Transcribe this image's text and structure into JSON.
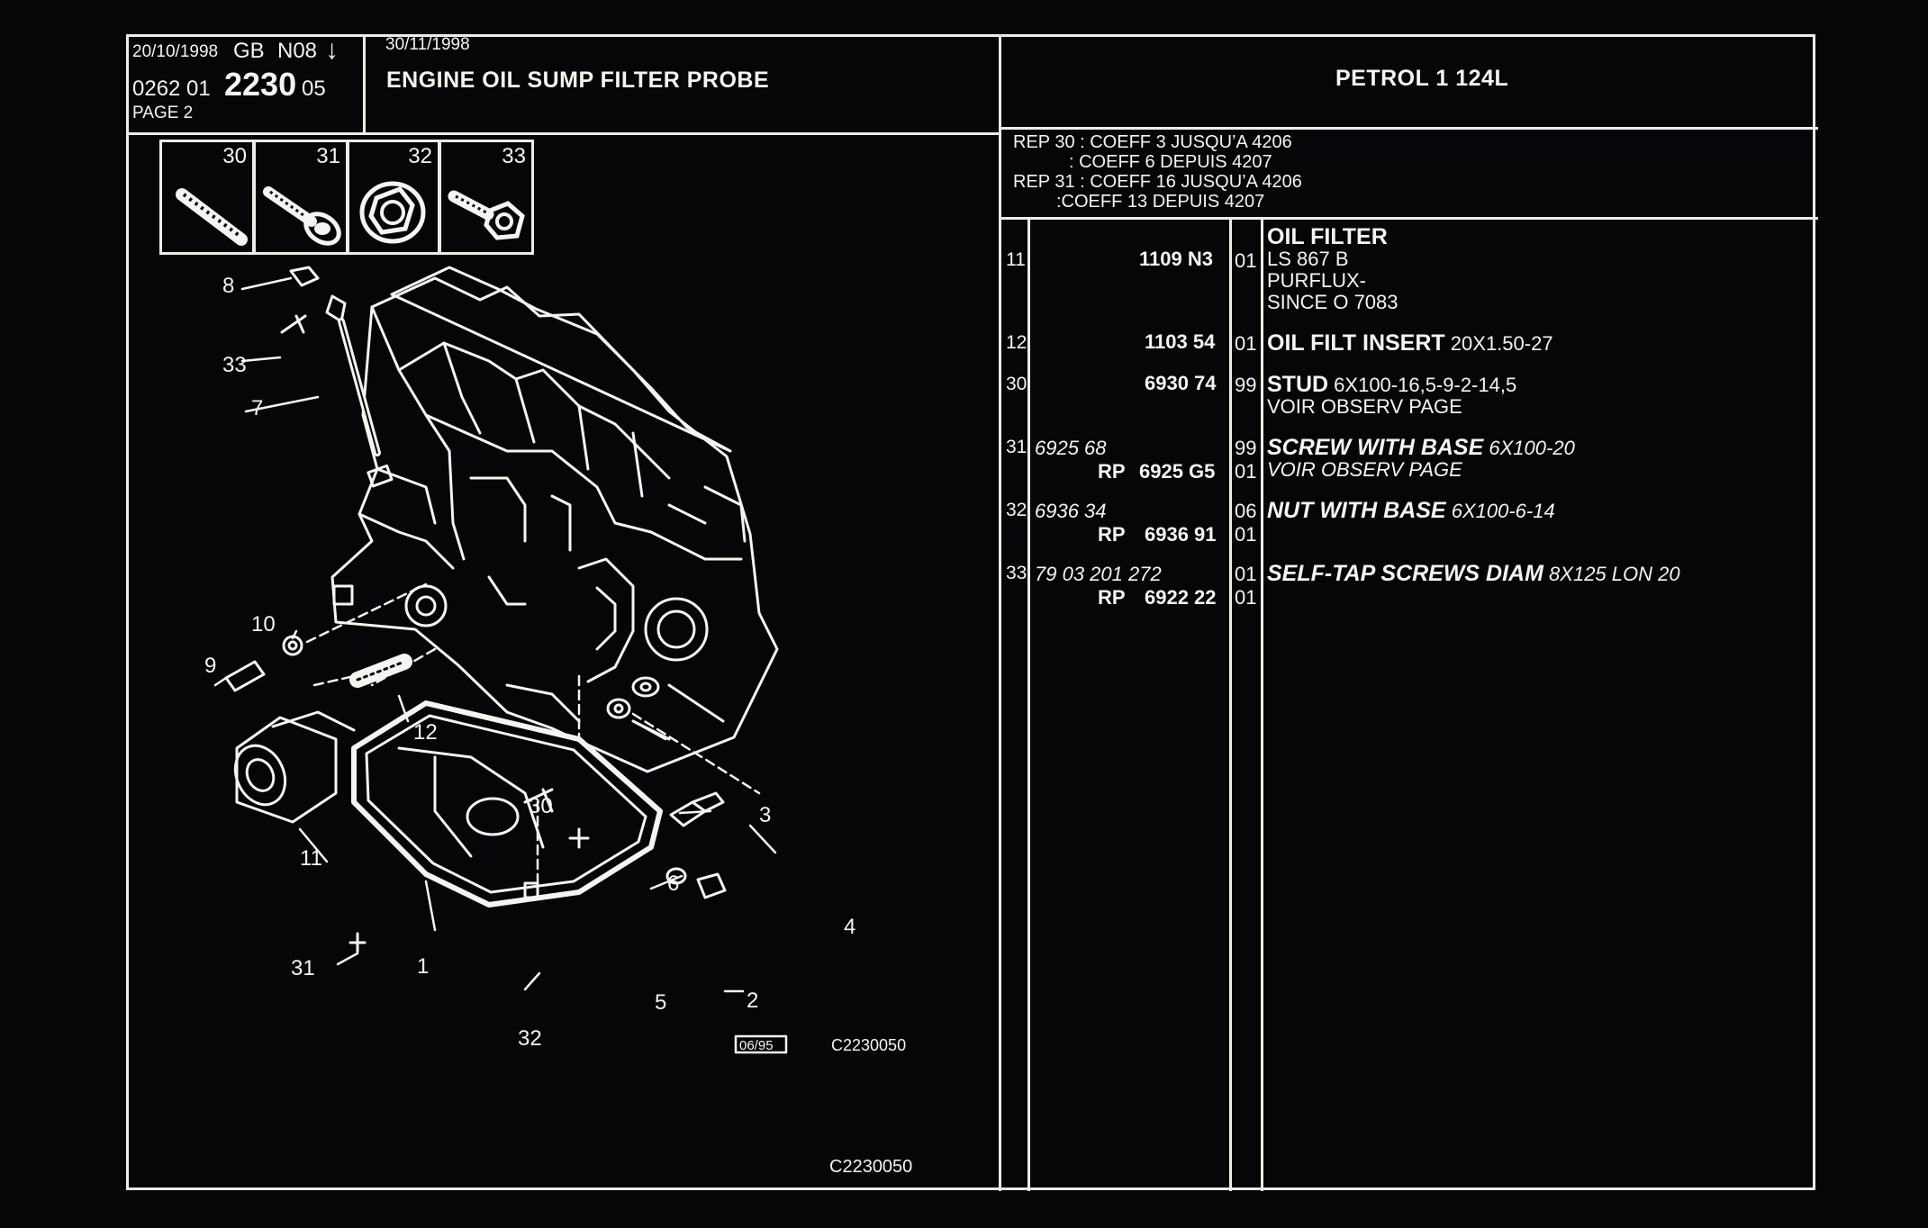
{
  "header": {
    "date_left": "20/10/1998",
    "lang_code": "GB",
    "model_code": "N08",
    "arrow": "↓",
    "ref_prefix": "0262 01",
    "ref_main": "2230",
    "ref_suffix": "05",
    "page_label": "PAGE 2",
    "date_right": "30/11/1998",
    "title": "ENGINE OIL SUMP FILTER PROBE",
    "engine": "PETROL 1 124L"
  },
  "remarks": [
    "REP 30 : COEFF 3  JUSQU’A 4206",
    ": COEFF 6   DEPUIS 4207",
    "REP 31 : COEFF 16 JUSQU’A 4206",
    ":COEFF  13  DEPUIS 4207"
  ],
  "thumbnails": [
    "30",
    "31",
    "32",
    "33"
  ],
  "diagram": {
    "callouts": [
      "8",
      "33",
      "7",
      "9",
      "10",
      "12",
      "11",
      "30",
      "3",
      "6",
      "4",
      "31",
      "1",
      "5",
      "2",
      "32"
    ],
    "ref_code": "C2230050",
    "stamp": "06/95",
    "footer_code": "C2230050"
  },
  "parts": [
    {
      "rep": "11",
      "ref_italic": "",
      "ref_bold_prefix": "",
      "ref_bold": "1109 N3",
      "qty_lines": [
        "01"
      ],
      "desc_lines": [
        {
          "bold": "OIL FILTER",
          "rest": "",
          "italic": false
        },
        {
          "bold": "",
          "rest": "LS 867 B",
          "italic": false
        },
        {
          "bold": "",
          "rest": "PURFLUX-",
          "italic": false
        },
        {
          "bold": "",
          "rest": "SINCE  O  7083",
          "italic": false
        }
      ]
    },
    {
      "rep": "12",
      "ref_italic": "",
      "ref_bold_prefix": "",
      "ref_bold": "1103 54",
      "qty_lines": [
        "01"
      ],
      "desc_lines": [
        {
          "bold": "OIL FILT INSERT",
          "rest": " 20X1.50-27",
          "italic": false
        }
      ]
    },
    {
      "rep": "30",
      "ref_italic": "",
      "ref_bold_prefix": "",
      "ref_bold": "6930 74",
      "qty_lines": [
        "99"
      ],
      "desc_lines": [
        {
          "bold": "STUD",
          "rest": " 6X100-16,5-9-2-14,5",
          "italic": false
        },
        {
          "bold": "",
          "rest": "VOIR OBSERV PAGE",
          "italic": false
        }
      ]
    },
    {
      "rep": "31",
      "ref_italic": "6925 68",
      "ref_bold_prefix": "RP",
      "ref_bold": "6925 G5",
      "qty_lines": [
        "99",
        "01"
      ],
      "desc_lines": [
        {
          "bold": "SCREW WITH BASE",
          "rest": " 6X100-20",
          "italic": true
        },
        {
          "bold": "",
          "rest": "VOIR OBSERV PAGE",
          "italic": true
        }
      ]
    },
    {
      "rep": "32",
      "ref_italic": "6936 34",
      "ref_bold_prefix": "RP",
      "ref_bold": "6936 91",
      "qty_lines": [
        "06",
        "01"
      ],
      "desc_lines": [
        {
          "bold": "NUT WITH BASE",
          "rest": " 6X100-6-14",
          "italic": true
        }
      ]
    },
    {
      "rep": "33",
      "ref_italic": "79 03 201 272",
      "ref_bold_prefix": "RP",
      "ref_bold": "6922 22",
      "qty_lines": [
        "01",
        "01"
      ],
      "desc_lines": [
        {
          "bold": "SELF-TAP SCREWS DIAM",
          "rest": " 8X125 LON 20",
          "italic": true
        }
      ]
    }
  ]
}
